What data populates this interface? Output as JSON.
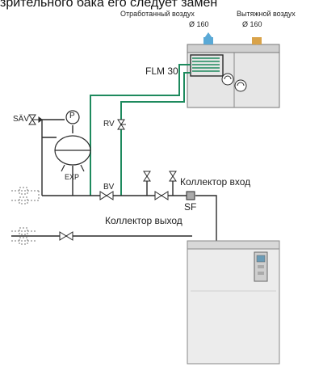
{
  "header": {
    "cut_text": "зрительного бака его следует замен"
  },
  "ports": {
    "exhaust_air": "Отработанный воздух",
    "exhaust_air_diameter": "Ø 160",
    "extract_air": "Вытяжной воздух",
    "extract_air_diameter": "Ø 160"
  },
  "unit": {
    "name": "FLM 30"
  },
  "components": {
    "rv": "RV",
    "sav": "SÄV",
    "pressure": "P",
    "exp": "EXP",
    "bv": "BV",
    "sf": "SF"
  },
  "pipes": {
    "collector_in": "Коллектор вход",
    "collector_out": "Коллектор выход"
  },
  "colors": {
    "line": "#2a2a2a",
    "green": "#1e8a5e",
    "unit_fill": "#e8e8e8",
    "port_blue": "#5aa9d6",
    "port_orange": "#d9a34a"
  }
}
